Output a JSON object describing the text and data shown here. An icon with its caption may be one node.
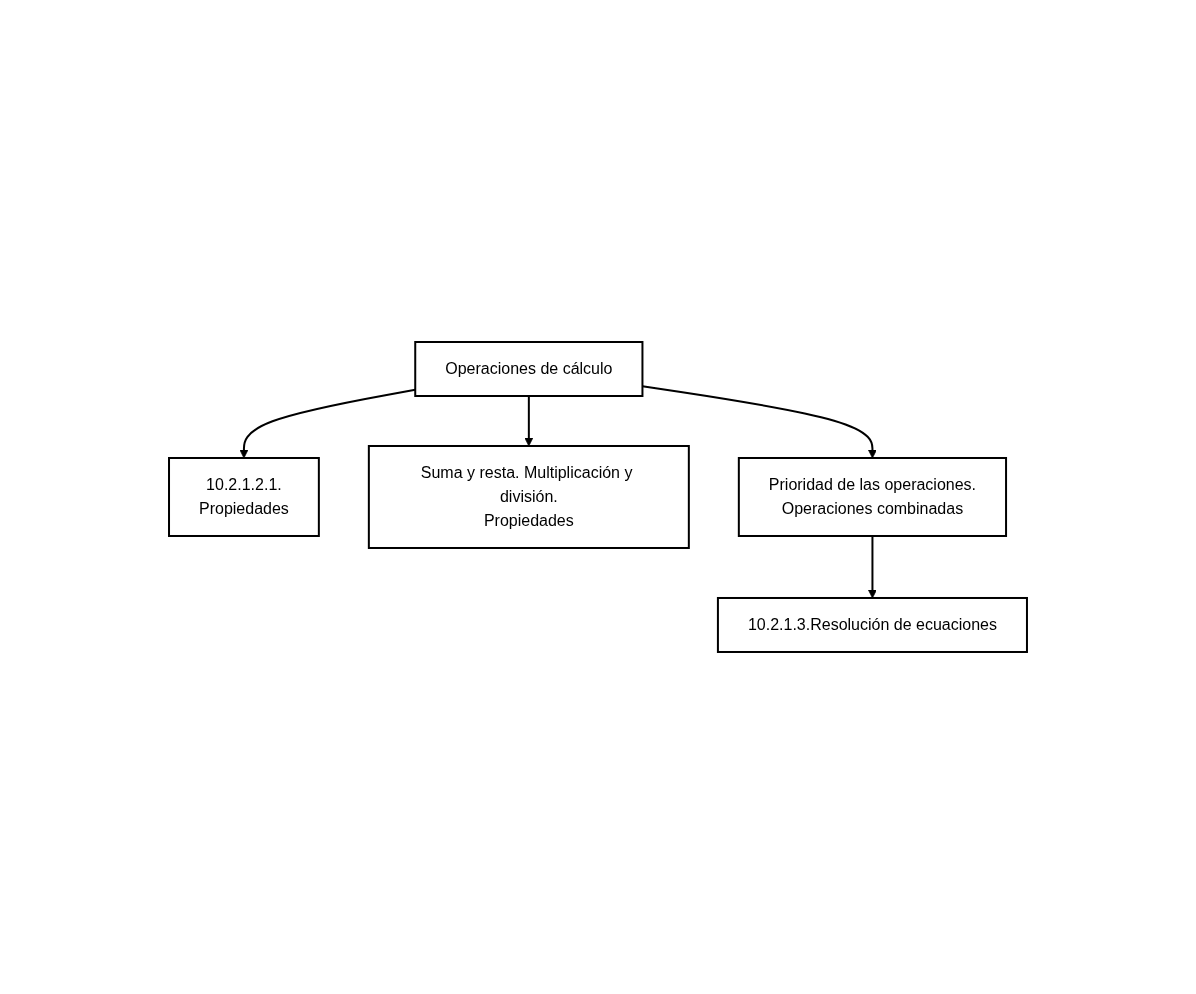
{
  "diagram": {
    "nodes": [
      {
        "text": [
          "Operaciones de cálculo"
        ]
      },
      {
        "text": [
          "10.2.1.2.1.",
          "Propiedades"
        ]
      },
      {
        "text": [
          "Suma y resta. Multiplicación y división.",
          "Propiedades"
        ]
      },
      {
        "text": [
          "Prioridad de las operaciones.",
          "Operaciones combinadas"
        ]
      },
      {
        "text": [
          "10.2.1.3.Resolución de ecuaciones"
        ]
      }
    ],
    "edges": [
      {
        "from": 0,
        "to": 1,
        "arrow": "to"
      },
      {
        "from": 0,
        "to": 3,
        "arrow": "to"
      },
      {
        "from": 0,
        "to": 2,
        "arrow": "to"
      },
      {
        "from": 3,
        "to": 4,
        "arrow": "to"
      }
    ]
  }
}
